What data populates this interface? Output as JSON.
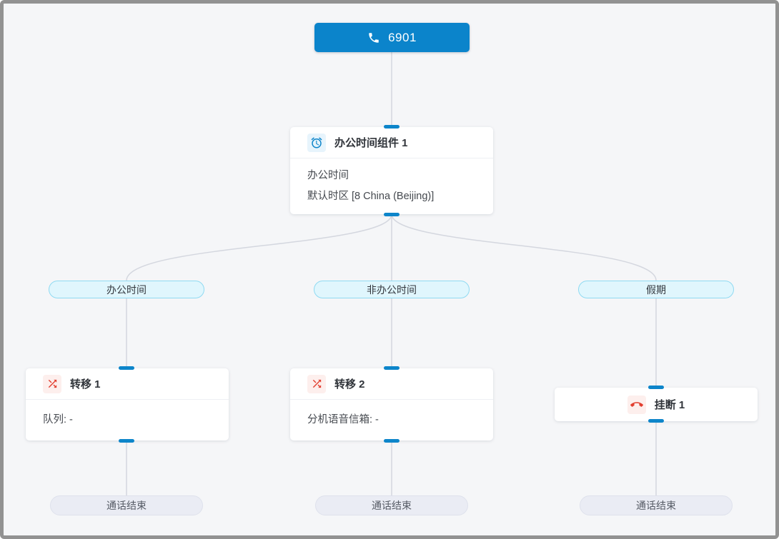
{
  "flow": {
    "entry": {
      "label": "6901",
      "icon": "phone-icon",
      "color": "#0b84cb"
    },
    "office_component": {
      "title": "办公时间组件 1",
      "icon": "alarm-clock-icon",
      "body_line1": "办公时间",
      "body_line2": "默认时区 [8 China (Beijing)]"
    },
    "branches": [
      {
        "label": "办公时间"
      },
      {
        "label": "非办公时间"
      },
      {
        "label": "假期"
      }
    ],
    "nodes": [
      {
        "title": "转移 1",
        "icon": "shuffle-icon",
        "body": "队列: -"
      },
      {
        "title": "转移 2",
        "icon": "shuffle-icon",
        "body": "分机语音信箱: -"
      },
      {
        "title": "挂断 1",
        "icon": "hangup-icon"
      }
    ],
    "terminals": [
      {
        "label": "通话结束"
      },
      {
        "label": "通话结束"
      },
      {
        "label": "通话结束"
      }
    ],
    "colors": {
      "accent_blue": "#0b84cb",
      "node_icon_red": "#e23f30",
      "branch_pill_bg": "#e0f6fd",
      "branch_pill_border": "#8fdaf2",
      "terminal_pill_bg": "#eaecf4",
      "wire": "#d4d7df",
      "canvas_bg": "#f5f6f8"
    }
  }
}
